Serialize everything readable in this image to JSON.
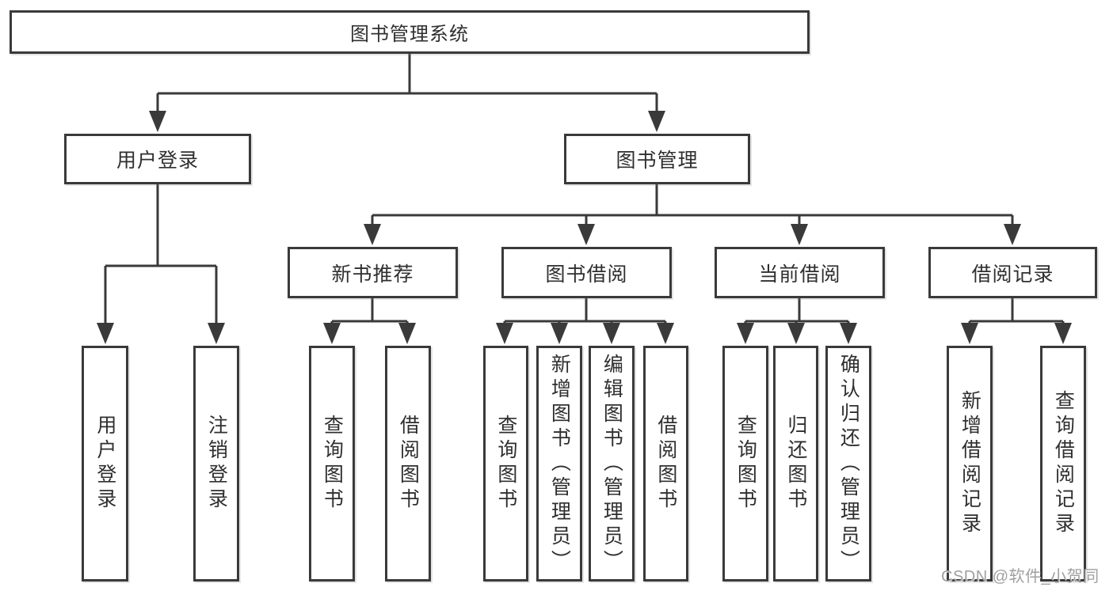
{
  "diagram": {
    "root": "图书管理系统",
    "branches": [
      {
        "label": "用户登录",
        "children": [
          "用户登录",
          "注销登录"
        ]
      },
      {
        "label": "图书管理",
        "groups": [
          {
            "label": "新书推荐",
            "children": [
              "查询图书",
              "借阅图书"
            ]
          },
          {
            "label": "图书借阅",
            "children": [
              "查询图书",
              "新增图书（管理员）",
              "编辑图书（管理员）",
              "借阅图书"
            ]
          },
          {
            "label": "当前借阅",
            "children": [
              "查询图书",
              "归还图书",
              "确认归还（管理员）"
            ]
          },
          {
            "label": "借阅记录",
            "children": [
              "新增借阅记录",
              "查询借阅记录"
            ]
          }
        ]
      }
    ]
  },
  "watermark": "CSDN @软件_小贺同学",
  "colors": {
    "line": "#3a3a3a",
    "text": "#2f2f2f",
    "watermark": "#a0a0a0"
  }
}
